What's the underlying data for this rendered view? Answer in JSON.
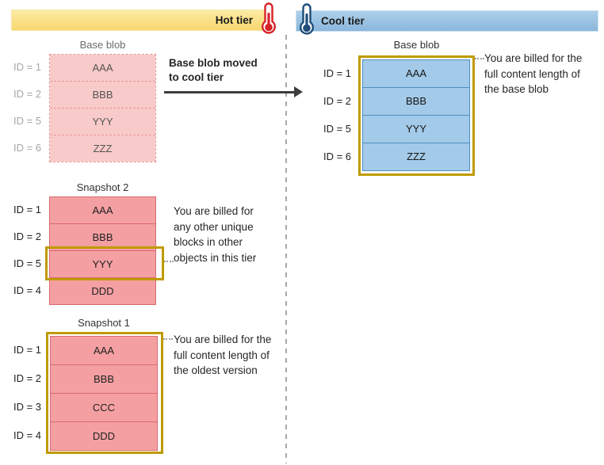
{
  "header": {
    "hot_tier": {
      "label": "Hot tier",
      "icon": "thermometer-icon",
      "bar_color": "#fbe189",
      "thermometer_color": "#d8232a"
    },
    "cool_tier": {
      "label": "Cool tier",
      "icon": "thermometer-icon",
      "bar_color": "#9cc3e0",
      "thermometer_color": "#1e4e79"
    }
  },
  "hot_tier": {
    "base_blob": {
      "title": "Base blob",
      "rows": [
        {
          "id": "ID = 1",
          "block": "AAA"
        },
        {
          "id": "ID = 2",
          "block": "BBB"
        },
        {
          "id": "ID = 5",
          "block": "YYY"
        },
        {
          "id": "ID = 6",
          "block": "ZZZ"
        }
      ]
    },
    "arrow_label": "Base blob moved\nto cool tier",
    "snapshot_2": {
      "title": "Snapshot 2",
      "rows": [
        {
          "id": "ID = 1",
          "block": "AAA"
        },
        {
          "id": "ID = 2",
          "block": "BBB"
        },
        {
          "id": "ID = 5",
          "block": "YYY"
        },
        {
          "id": "ID = 4",
          "block": "DDD"
        }
      ],
      "highlighted_block": "YYY",
      "annotation": "You are billed for\nany other unique\nblocks in other\nobjects in this tier"
    },
    "snapshot_1": {
      "title": "Snapshot 1",
      "rows": [
        {
          "id": "ID = 1",
          "block": "AAA"
        },
        {
          "id": "ID = 2",
          "block": "BBB"
        },
        {
          "id": "ID = 3",
          "block": "CCC"
        },
        {
          "id": "ID = 4",
          "block": "DDD"
        }
      ],
      "annotation": "You are billed for the\nfull content length of\nthe oldest version"
    }
  },
  "cool_tier": {
    "base_blob": {
      "title": "Base blob",
      "rows": [
        {
          "id": "ID = 1",
          "block": "AAA"
        },
        {
          "id": "ID = 2",
          "block": "BBB"
        },
        {
          "id": "ID = 5",
          "block": "YYY"
        },
        {
          "id": "ID = 6",
          "block": "ZZZ"
        }
      ],
      "annotation": "You are billed for the\nfull content length of\nthe base blob"
    }
  },
  "colors": {
    "hot_faded_fill": "#f9caca",
    "hot_snapshot_fill": "#f4a0a3",
    "cool_fill": "#a3cae9",
    "highlight_gold": "#bf9b00",
    "divider_gray": "#a8a8a8"
  }
}
